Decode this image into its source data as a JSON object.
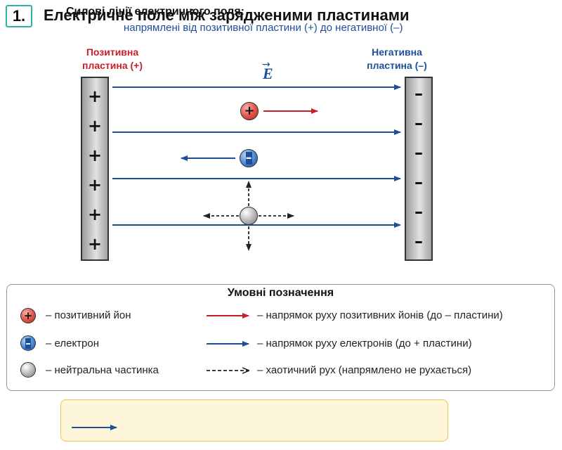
{
  "header": {
    "number": "1.",
    "title": "Електричне поле між зарядженими пластинами"
  },
  "plates": {
    "positive_label_line1": "Позитивна",
    "positive_label_line2": "пластина (+)",
    "negative_label_line1": "Негативна",
    "negative_label_line2": "пластина (–)",
    "positive_sign": "+",
    "negative_sign": "–",
    "sign_count": 6
  },
  "field": {
    "symbol": "E",
    "vector_mark": "→"
  },
  "particles": {
    "ion_sign": "+",
    "electron_sign": "–"
  },
  "legend": {
    "title": "Умовні позначення",
    "items": [
      {
        "label": "– позитивний йон"
      },
      {
        "label": "– електрон"
      },
      {
        "label": "– нейтральна частинка"
      },
      {
        "label": "– напрямок руху позитивних йонів (до – пластини)"
      },
      {
        "label": "– напрямок руху електронів (до + пластини)"
      },
      {
        "label": "– хаотичний рух (напрямлено не рухається)"
      }
    ]
  },
  "info": {
    "title": "Силові лінії електричного поля:",
    "text": "напрямлені від позитивної пластини (+) до негативної (–)"
  },
  "colors": {
    "field_blue": "#1f4e99",
    "ion_red": "#c8202a",
    "accent_teal": "#2bb3a5",
    "info_yellow": "#f0c64a"
  }
}
